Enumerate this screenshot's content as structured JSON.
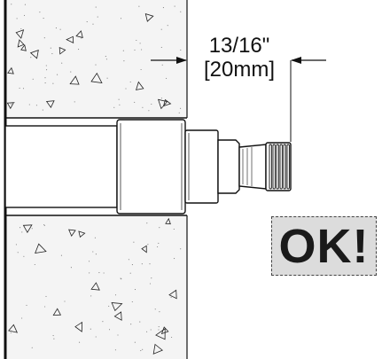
{
  "dimension": {
    "fraction": "13/16\"",
    "metric": "[20mm]"
  },
  "status_badge": {
    "label": "OK!"
  },
  "colors": {
    "line": "#111111",
    "concrete": "#f4f4f4",
    "badge_fill": "#dcdcdc"
  }
}
